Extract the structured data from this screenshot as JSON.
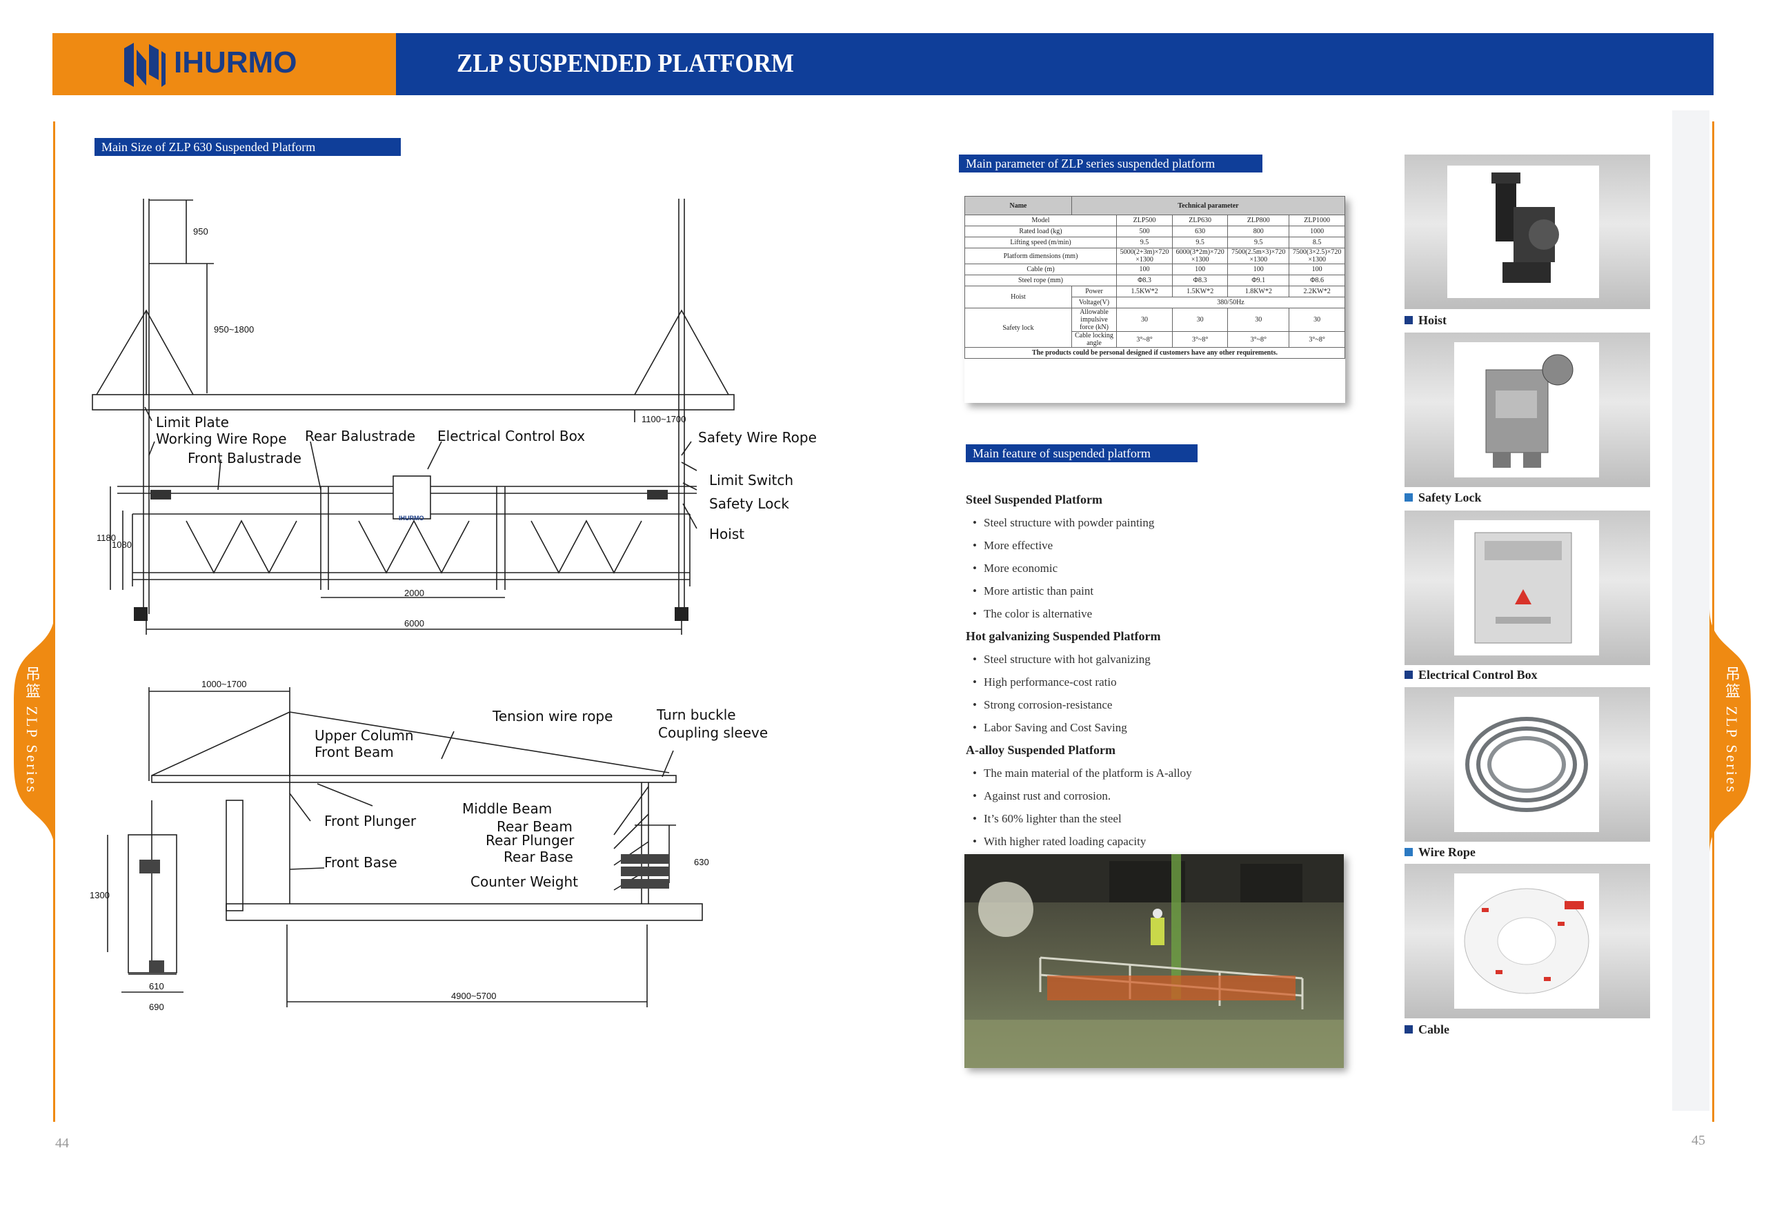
{
  "header": {
    "brand": "IHURMO",
    "title": "ZLP SUSPENDED PLATFORM"
  },
  "side_tab": "吊篮 ZLP Series",
  "page_numbers": {
    "left": "44",
    "right": "45"
  },
  "sections": {
    "size": "Main Size of ZLP 630 Suspended Platform",
    "param": "Main parameter of ZLP series suspended platform",
    "feature": "Main feature of  suspended platform"
  },
  "drawing_top": {
    "labels": {
      "limit_plate": "Limit Plate",
      "working_wire_rope": "Working Wire Rope",
      "front_balustrade": "Front Balustrade",
      "rear_balustrade": "Rear Balustrade",
      "electrical_control_box": "Electrical Control Box",
      "safety_wire_rope": "Safety Wire Rope",
      "limit_switch": "Limit Switch",
      "safety_lock": "Safety Lock",
      "hoist": "Hoist"
    },
    "dims": {
      "d950": "950",
      "d950_1800": "950~1800",
      "d1100_1700": "1100~1700",
      "d1180": "1180",
      "d1080": "1080",
      "d2000": "2000",
      "d6000": "6000"
    },
    "box_brand": "IHURMO"
  },
  "drawing_bottom": {
    "labels": {
      "tension_wire_rope": "Tension wire rope",
      "turn_buckle": "Turn buckle",
      "coupling_sleeve": "Coupling sleeve",
      "upper_column": "Upper Column",
      "front_beam": "Front Beam",
      "middle_beam": "Middle Beam",
      "front_plunger": "Front Plunger",
      "rear_beam": "Rear Beam",
      "rear_plunger": "Rear Plunger",
      "rear_base": "Rear Base",
      "front_base": "Front Base",
      "counter_weight": "Counter Weight"
    },
    "dims": {
      "d1000_1700": "1000~1700",
      "d1300": "1300",
      "d610": "610",
      "d690": "690",
      "d630": "630",
      "d4900_5700": "4900~5700"
    }
  },
  "param_table": {
    "head_name": "Name",
    "head_tech": "Technical parameter",
    "model_label": "Model",
    "models": [
      "ZLP500",
      "ZLP630",
      "ZLP800",
      "ZLP1000"
    ],
    "rated_load_label": "Rated load (kg)",
    "rated_load": [
      "500",
      "630",
      "800",
      "1000"
    ],
    "lifting_speed_label": "Lifting speed (m/min)",
    "lifting_speed": [
      "9.5",
      "9.5",
      "9.5",
      "8.5"
    ],
    "platform_dim_label": "Platform dimensions (mm)",
    "platform_dim": [
      "5000(2+3m)×720",
      "6000(3*2m)×720",
      "7500(2.5m×3)×720",
      "7500(3×2.5)×720"
    ],
    "platform_dim_2": [
      "×1300",
      "×1300",
      "×1300",
      "×1300"
    ],
    "cable_label": "Cable (m)",
    "cable": [
      "100",
      "100",
      "100",
      "100"
    ],
    "steel_rope_label": "Steel rope (mm)",
    "steel_rope": [
      "Φ8.3",
      "Φ8.3",
      "Φ9.1",
      "Φ8.6"
    ],
    "hoist_label": "Hoist",
    "power_label": "Power",
    "power": [
      "1.5KW*2",
      "1.5KW*2",
      "1.8KW*2",
      "2.2KW*2"
    ],
    "voltage_label": "Voltage(V)",
    "voltage": "380/50Hz",
    "safety_lock_label": "Safety lock",
    "impulsive_label_1": "Allowable",
    "impulsive_label_2": "impulsive",
    "impulsive_label_3": "force (kN)",
    "impulsive": [
      "30",
      "30",
      "30",
      "30"
    ],
    "cable_angle_label_1": "Cable locking",
    "cable_angle_label_2": "angle",
    "cable_angle": [
      "3°~8°",
      "3°~8°",
      "3°~8°",
      "3°~8°"
    ],
    "footer": "The products could be personal designed if customers have any other requirements."
  },
  "features": {
    "g1_title": "Steel Suspended Platform",
    "g1": [
      "Steel structure with powder painting",
      "More effective",
      "More economic",
      "More artistic than paint",
      "The color is alternative"
    ],
    "g2_title": "Hot galvanizing Suspended Platform",
    "g2": [
      "Steel structure with hot galvanizing",
      "High performance-cost ratio",
      "Strong corrosion-resistance",
      "Labor Saving and Cost Saving"
    ],
    "g3_title": "A-alloy Suspended Platform",
    "g3": [
      "The main material of the platform is A-alloy",
      "Against rust and corrosion.",
      "It’s 60% lighter than the steel",
      "With higher rated loading capacity"
    ]
  },
  "products": [
    "Hoist",
    "Safety Lock",
    "Electrical Control Box",
    "Wire Rope",
    "Cable"
  ],
  "colors": {
    "orange": "#ef8a12",
    "navy": "#0f3e99"
  }
}
